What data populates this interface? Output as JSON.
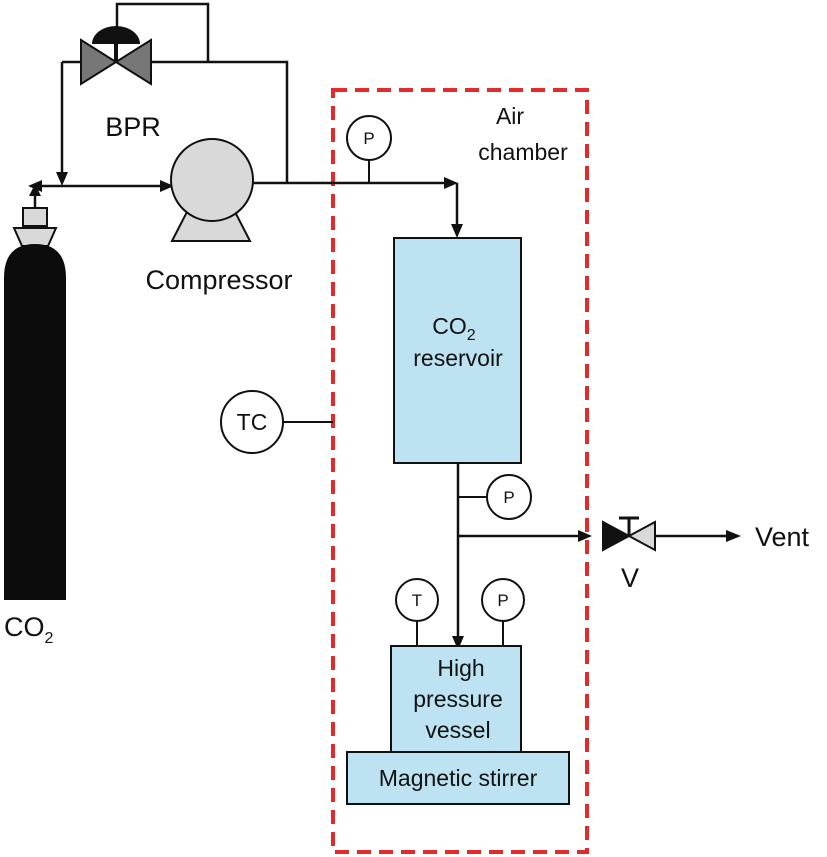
{
  "labels": {
    "bpr": "BPR",
    "air_chamber_line1": "Air",
    "air_chamber_line2": "chamber",
    "compressor": "Compressor",
    "co2_cylinder_main": "CO",
    "co2_cylinder_sub": "2",
    "reservoir_main": "CO",
    "reservoir_sub": "2",
    "reservoir_line2": "reservoir",
    "tc_gauge": "TC",
    "p_gauge_top": "P",
    "p_gauge_mid": "P",
    "p_gauge_bottom": "P",
    "t_gauge": "T",
    "vent": "Vent",
    "valve": "V",
    "vessel_line1": "High",
    "vessel_line2": "pressure",
    "vessel_line3": "vessel",
    "stirrer": "Magnetic stirrer"
  },
  "colors": {
    "line": "#111111",
    "equipment_fill": "#bde3f3",
    "chamber_border": "#e32b2b",
    "valve_fill": "#777777",
    "valve_fill_light": "#d9d9d9",
    "cylinder_body": "#0c0c0c",
    "cylinder_valve": "#d9d9d9"
  }
}
